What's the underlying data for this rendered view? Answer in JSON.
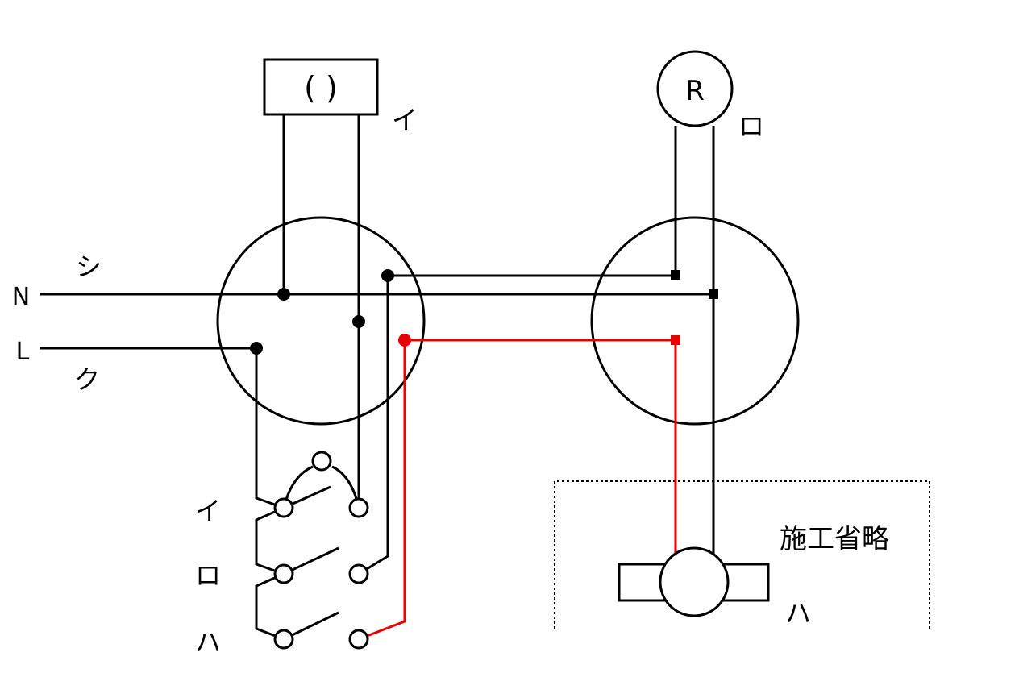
{
  "labels": {
    "lamp_paren": "(   )",
    "lamp_i": "イ",
    "r_symbol": "R",
    "r_ro": "ロ",
    "n_text": "N",
    "l_text": "L",
    "shi": "シ",
    "ku": "ク",
    "sw_i": "イ",
    "sw_ro": "ロ",
    "sw_ha": "ハ",
    "omitted": "施工省略",
    "fan_ha": "ハ"
  },
  "colors": {
    "wire": "#000000",
    "highlight_wire": "#e60000"
  }
}
